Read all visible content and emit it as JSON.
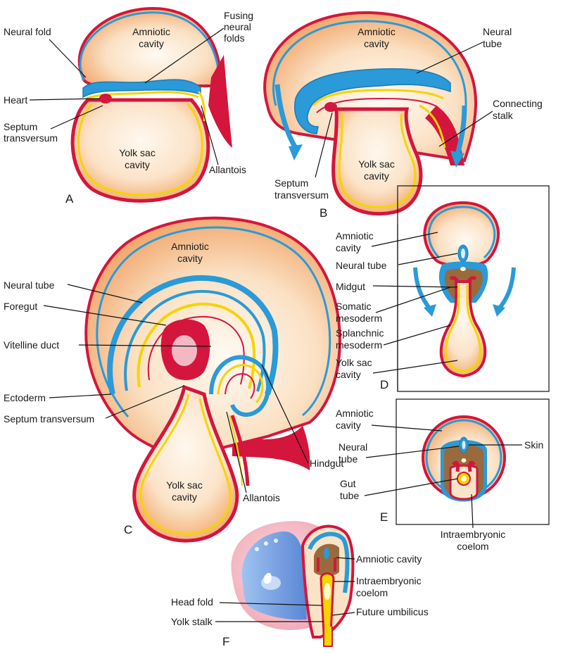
{
  "panels": {
    "A": {
      "letter": "A",
      "labels": {
        "amniotic_cavity": [
          "Amniotic",
          "cavity"
        ],
        "neural_fold": "Neural fold",
        "fusing_neural_folds": [
          "Fusing",
          "neural",
          "folds"
        ],
        "heart": "Heart",
        "septum_transversum": [
          "Septum",
          "transversum"
        ],
        "yolk_sac_cavity": [
          "Yolk sac",
          "cavity"
        ],
        "allantois": "Allantois"
      }
    },
    "B": {
      "letter": "B",
      "labels": {
        "amniotic_cavity": [
          "Amniotic",
          "cavity"
        ],
        "neural_tube": [
          "Neural",
          "tube"
        ],
        "connecting_stalk": [
          "Connecting",
          "stalk"
        ],
        "yolk_sac_cavity": [
          "Yolk sac",
          "cavity"
        ],
        "septum_transversum": [
          "Septum",
          "transversum"
        ]
      }
    },
    "C": {
      "letter": "C",
      "labels": {
        "amniotic_cavity": [
          "Amniotic",
          "cavity"
        ],
        "neural_tube": "Neural tube",
        "foregut": "Foregut",
        "vitelline_duct": "Vitelline duct",
        "ectoderm": "Ectoderm",
        "septum_transversum": "Septum transversum",
        "hindgut": "Hindgut",
        "allantois": "Allantois",
        "yolk_sac_cavity": [
          "Yolk sac",
          "cavity"
        ]
      }
    },
    "D": {
      "letter": "D",
      "labels": {
        "amniotic_cavity": [
          "Amniotic",
          "cavity"
        ],
        "neural_tube": "Neural tube",
        "midgut": "Midgut",
        "somatic_mesoderm": [
          "Somatic",
          "mesoderm"
        ],
        "splanchnic_mesoderm": [
          "Splanchnic",
          "mesoderm"
        ],
        "yolk_sac_cavity": [
          "Yolk sac",
          "cavity"
        ]
      }
    },
    "E": {
      "letter": "E",
      "labels": {
        "amniotic_cavity": [
          "Amniotic",
          "cavity"
        ],
        "neural_tube": [
          "Neural",
          "tube"
        ],
        "skin": "Skin",
        "gut_tube": [
          "Gut",
          "tube"
        ],
        "intraembryonic_coelom": [
          "Intraembryonic",
          "coelom"
        ]
      }
    },
    "F": {
      "letter": "F",
      "labels": {
        "amniotic_cavity": "Amniotic cavity",
        "intraembryonic_coelom": [
          "Intraembryonic",
          "coelom"
        ],
        "head_fold": "Head fold",
        "future_umbilicus": "Future umbilicus",
        "yolk_stalk": "Yolk stalk"
      }
    }
  },
  "colors": {
    "ectoderm": "#2a9ad8",
    "endoderm": "#f5d400",
    "mesoderm": "#d4163c",
    "cavity": "#fbe3c8",
    "cavity_dark": "#f2a66a",
    "somite_brown": "#9a6a3c",
    "skin_pink": "#f4b8c4"
  }
}
